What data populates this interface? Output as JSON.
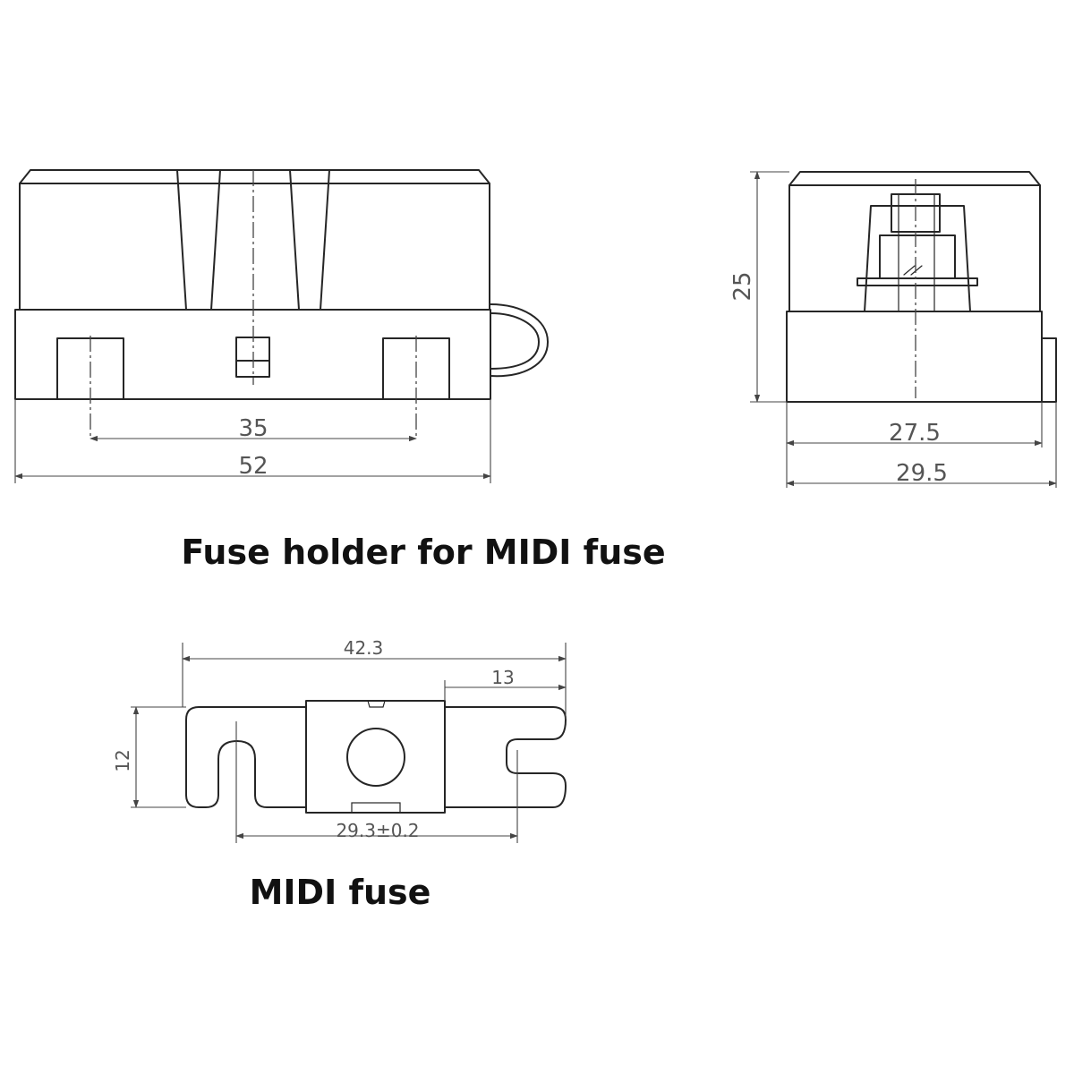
{
  "holder": {
    "caption": "Fuse holder for MIDI fuse",
    "dimensions": {
      "inner_width": "35",
      "total_width": "52",
      "height": "25",
      "side_inner_width": "27.5",
      "side_total_width": "29.5"
    }
  },
  "fuse": {
    "caption": "MIDI fuse",
    "dimensions": {
      "length": "42.3",
      "end_length": "13",
      "width": "12",
      "hole_spacing": "29.3±0.2"
    }
  }
}
